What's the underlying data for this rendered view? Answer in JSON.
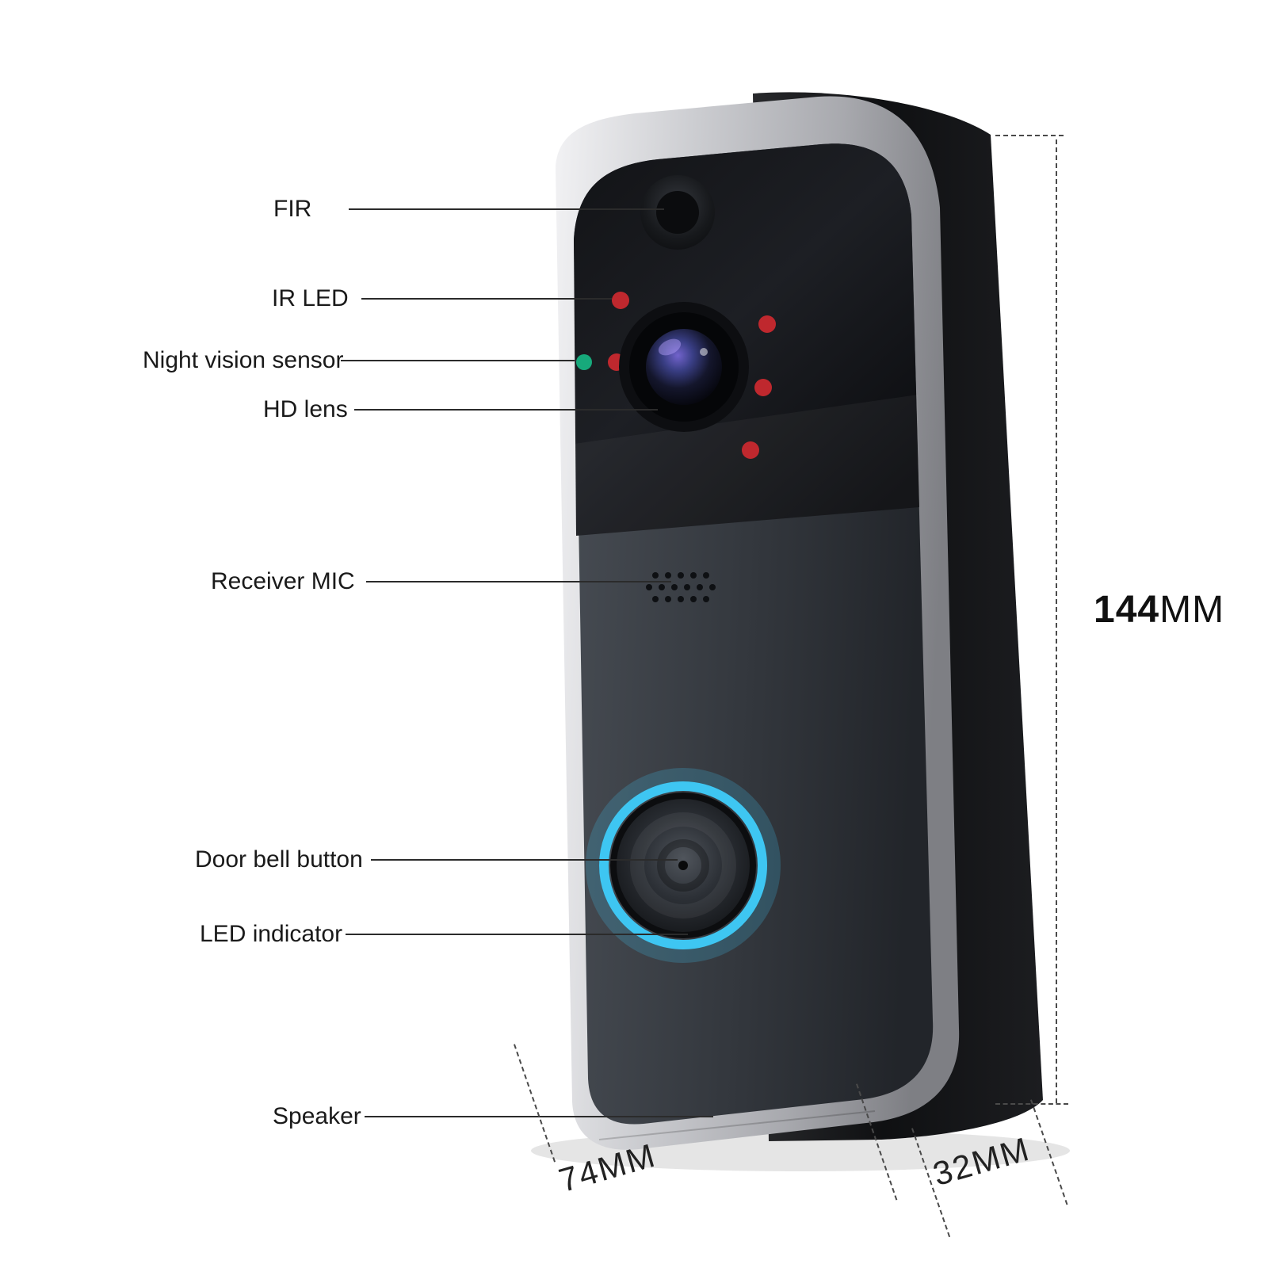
{
  "diagram": {
    "title": "Smart video doorbell feature callout diagram",
    "callouts": [
      {
        "id": "fir",
        "label": "FIR"
      },
      {
        "id": "ir-led",
        "label": "IR LED"
      },
      {
        "id": "night-vision-sensor",
        "label": "Night vision sensor"
      },
      {
        "id": "hd-lens",
        "label": "HD lens"
      },
      {
        "id": "receiver-mic",
        "label": "Receiver MIC"
      },
      {
        "id": "door-bell-button",
        "label": "Door bell button"
      },
      {
        "id": "led-indicator",
        "label": "LED indicator"
      },
      {
        "id": "speaker",
        "label": "Speaker"
      }
    ],
    "dimensions": {
      "height": {
        "value": "144",
        "unit": "MM"
      },
      "width": {
        "value": "74",
        "unit": "MM"
      },
      "depth": {
        "value": "32",
        "unit": "MM"
      }
    },
    "device": {
      "name": "smart-video-doorbell",
      "colors": {
        "led_ring_accent": "#3ec6f2",
        "ir_led": "#bf282e",
        "night_vision_led": "#17a97b",
        "frame_silver": "#c8c9cd",
        "body_gray": "#33373d",
        "side_black": "#101113"
      }
    }
  }
}
